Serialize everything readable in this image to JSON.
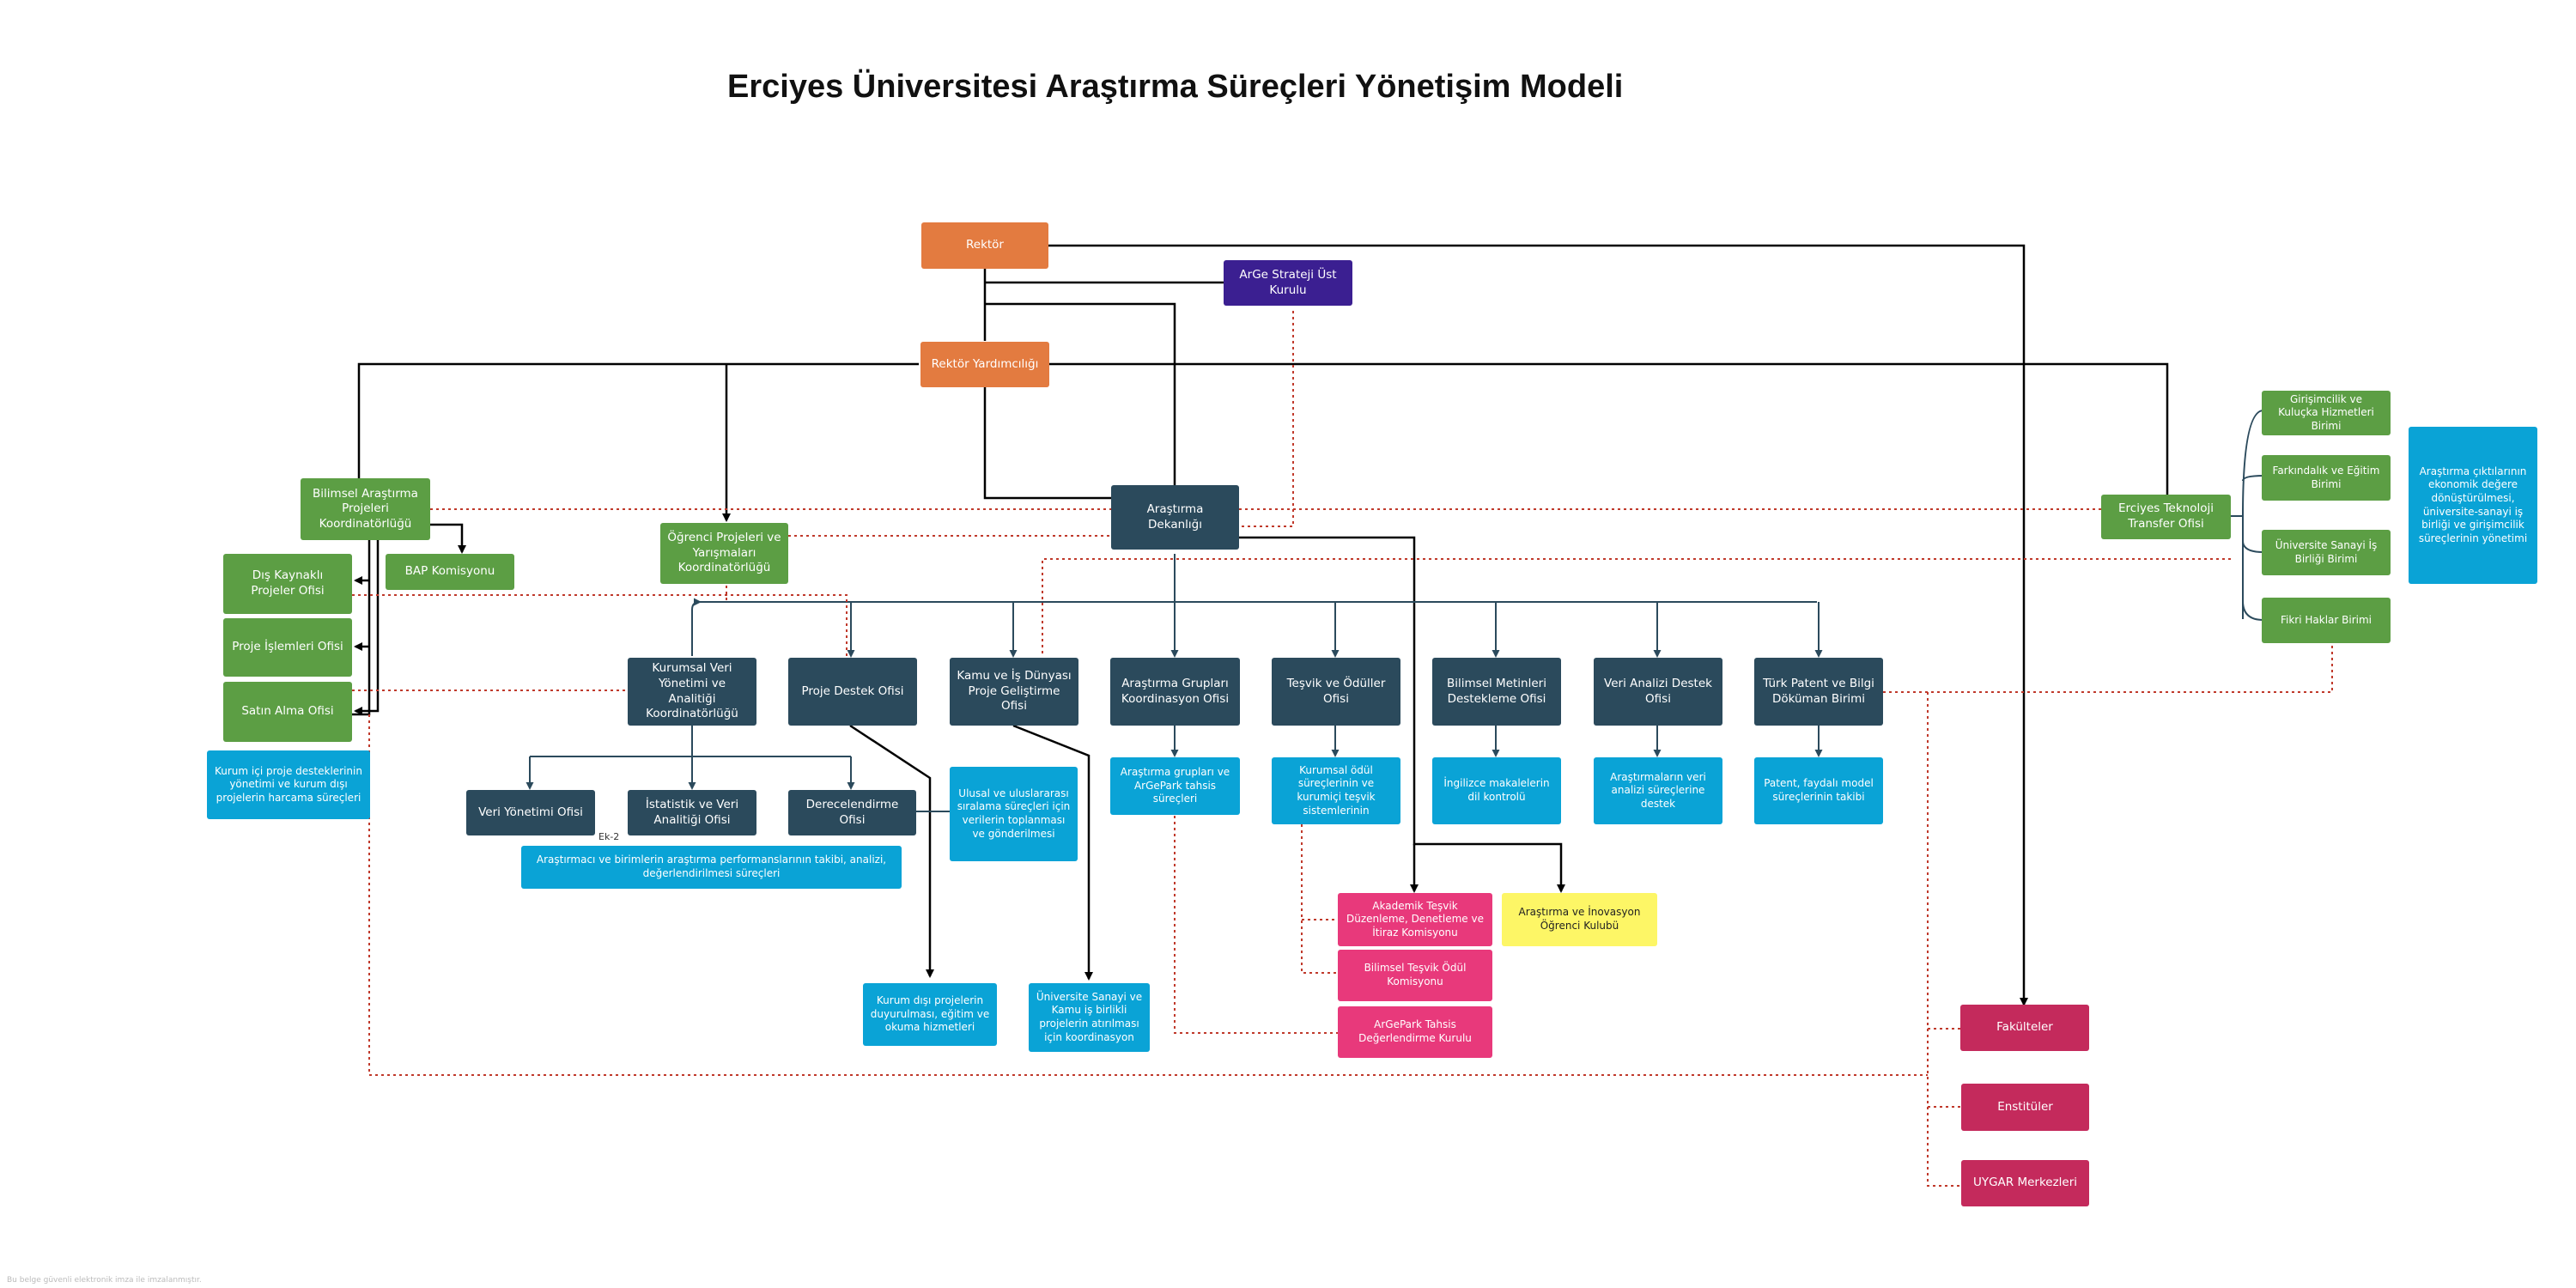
{
  "title": "Erciyes Üniversitesi Araştırma Süreçleri Yönetişim Modeli",
  "footer": "Bu belge güvenli elektronik imza ile imzalanmıştır.",
  "ek_label": "Ek-2",
  "colors": {
    "orange": "#e37b40",
    "purple": "#3b1f91",
    "navy": "#2b4a5c",
    "green": "#5c9e44",
    "blue": "#0aa3d6",
    "pink": "#e8397b",
    "wine": "#c42a5c",
    "yellow": "#fdf666",
    "solid_line": "#000000",
    "dotted_line": "#c0392b",
    "branch_line": "#2b4a5c"
  },
  "nodes": {
    "rektor": "Rektör",
    "arge_strateji": "ArGe Strateji Üst Kurulu",
    "rektor_yardimciligi": "Rektör Yardımcılığı",
    "arastirma_dekanligi": "Araştırma Dekanlığı",
    "bap_koordinatorlugu": "Bilimsel Araştırma Projeleri Koordinatörlüğü",
    "bap_komisyonu": "BAP Komisyonu",
    "dis_kaynakli": "Dış Kaynaklı Projeler Ofisi",
    "proje_islemleri": "Proje İşlemleri Ofisi",
    "satin_alma": "Satın Alma Ofisi",
    "kurum_ici_desc": "Kurum içi proje desteklerinin yönetimi ve kurum dışı projelerin harcama süreçleri",
    "ogrenci_projeleri": "Öğrenci Projeleri ve Yarışmaları Koordinatörlüğü",
    "kurumsal_veri": "Kurumsal Veri Yönetimi ve Analitiği Koordinatörlüğü",
    "proje_destek": "Proje Destek Ofisi",
    "kamu_is": "Kamu ve İş Dünyası Proje Geliştirme Ofisi",
    "arastirma_gruplari": "Araştırma Grupları Koordinasyon Ofisi",
    "tesvik_oduller": "Teşvik ve Ödüller Ofisi",
    "bilimsel_metinleri": "Bilimsel Metinleri Destekleme Ofisi",
    "veri_analizi": "Veri Analizi Destek Ofisi",
    "turk_patent": "Türk Patent ve Bilgi Döküman Birimi",
    "veri_yonetimi_ofisi": "Veri Yönetimi Ofisi",
    "istatistik": "İstatistik ve Veri Analitiği Ofisi",
    "derecelendirme": "Derecelendirme Ofisi",
    "ulusal_desc": "Ulusal ve uluslararası sıralama süreçleri için verilerin toplanması ve gönderilmesi",
    "arastirmaci_desc": "Araştırmacı ve birimlerin araştırma performanslarının takibi, analizi, değerlendirilmesi süreçleri",
    "gruplar_desc": "Araştırma grupları ve ArGePark tahsis süreçleri",
    "odul_desc": "Kurumsal ödül süreçlerinin ve kurumiçi teşvik sistemlerinin",
    "ingilizce_desc": "İngilizce makalelerin dil kontrolü",
    "veri_analizi_desc": "Araştırmaların veri analizi süreçlerine destek",
    "patent_desc": "Patent, faydalı model süreçlerinin takibi",
    "kurum_disi_desc": "Kurum dışı projelerin duyurulması, eğitim ve okuma hizmetleri",
    "sanayi_kamu_desc": "Üniversite Sanayi ve Kamu iş birlikli projelerin atırılması için koordinasyon",
    "akademik_tesvik": "Akademik Teşvik Düzenleme, Denetleme ve İtiraz Komisyonu",
    "bilimsel_tesvik": "Bilimsel Teşvik Ödül Komisyonu",
    "argepark_tahsis": "ArGePark Tahsis Değerlendirme Kurulu",
    "inovasyon_kulubu": "Araştırma ve İnovasyon Öğrenci Kulubü",
    "fakulteler": "Fakülteler",
    "enstituler": "Enstitüler",
    "uygar": "UYGAR Merkezleri",
    "erciyes_teknoloji": "Erciyes Teknoloji Transfer Ofisi",
    "girisimcilik": "Girişimcilik ve Kuluçka Hizmetleri Birimi",
    "farkindalik": "Farkındalık ve Eğitim Birimi",
    "universite_sanayi": "Üniversite Sanayi İş Birliği Birimi",
    "fikri_haklar": "Fikri Haklar Birimi",
    "arastirma_ciktilari": "Araştırma çıktılarının ekonomik değere dönüştürülmesi, üniversite-sanayi iş birliği ve girişimcilik süreçlerinin yönetimi"
  }
}
